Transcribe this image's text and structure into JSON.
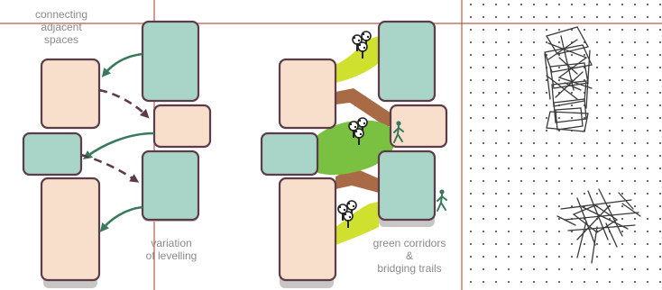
{
  "labels": {
    "connecting": [
      "connecting",
      "adjacent",
      "spaces"
    ],
    "levelling": [
      "variation",
      "of levelling"
    ],
    "corridors": [
      "green corridors",
      "&",
      "bridging trails"
    ]
  },
  "colors": {
    "peach_block": "#f7dfcb",
    "teal_block": "#a9d5c8",
    "block_outline": "#5d3c4a",
    "shadow": "#c9c6c6",
    "arrow_green": "#3a7a5c",
    "arrow_purple": "#5d3c4a",
    "grass_green": "#7ac142",
    "lime": "#cfe12e",
    "bridge_brown": "#a86b45",
    "guide_red": "#b85c4c",
    "dot": "#5a5a5a",
    "sketch_ink": "#3a3a3a"
  },
  "icons": [
    "tree-cluster-icon",
    "walking-person-icon"
  ]
}
